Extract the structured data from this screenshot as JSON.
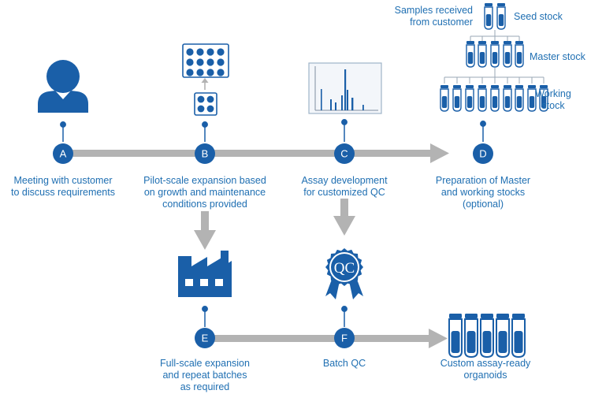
{
  "colors": {
    "blue": "#1a5fa8",
    "text_blue": "#1f6fb2",
    "grey_arrow": "#b3b3b3",
    "white": "#ffffff"
  },
  "steps": [
    {
      "letter": "A",
      "label_lines": [
        "Meeting with customer",
        "to discuss requirements"
      ],
      "icon": "person-icon"
    },
    {
      "letter": "B",
      "label_lines": [
        "Pilot-scale expansion based",
        "on growth and maintenance",
        "conditions provided"
      ],
      "icon": "well-plate-icon"
    },
    {
      "letter": "C",
      "label_lines": [
        "Assay development",
        "for customized QC"
      ],
      "icon": "chromatogram-icon"
    },
    {
      "letter": "D",
      "label_lines": [
        "Preparation of Master",
        "and working stocks",
        "(optional)"
      ],
      "icon": "cell-bank-icon"
    },
    {
      "letter": "E",
      "label_lines": [
        "Full-scale expansion",
        "and repeat batches",
        "as required"
      ],
      "icon": "factory-icon"
    },
    {
      "letter": "F",
      "label_lines": [
        "Batch QC"
      ],
      "icon": "qc-badge-icon"
    }
  ],
  "cell_bank": {
    "samples_label_lines": [
      "Samples received",
      "from customer"
    ],
    "seed_label": "Seed stock",
    "master_label": "Master stock",
    "working_label_lines": [
      "Working",
      "stock"
    ]
  },
  "qc_badge_text": "QC",
  "final_product_label_lines": [
    "Custom assay-ready",
    "organoids"
  ]
}
